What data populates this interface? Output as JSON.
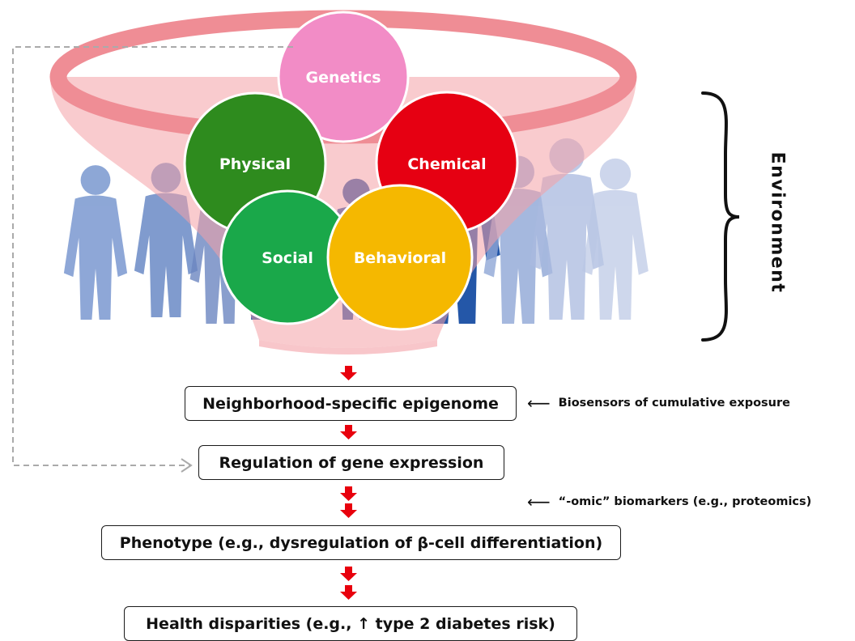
{
  "environment_label": "Environment",
  "factors": [
    {
      "id": "genetics",
      "label": "Genetics",
      "color": "#f28cc6"
    },
    {
      "id": "physical",
      "label": "Physical",
      "color": "#2e8b1e"
    },
    {
      "id": "chemical",
      "label": "Chemical",
      "color": "#e60012"
    },
    {
      "id": "social",
      "label": "Social",
      "color": "#1aa84a"
    },
    {
      "id": "behavioral",
      "label": "Behavioral",
      "color": "#f5b800"
    }
  ],
  "flow": {
    "epigenome": "Neighborhood-specific epigenome",
    "regulation": "Regulation of gene expression",
    "phenotype": "Phenotype (e.g., dysregulation of β-cell differentiation)",
    "health": "Health disparities (e.g., ↑ type 2 diabetes risk)"
  },
  "annotations": {
    "biosensors": "Biosensors of cumulative  exposure",
    "omic": "“-omic” biomarkers (e.g., proteomics)"
  },
  "colors": {
    "funnel": "#f4a0a6",
    "funnel_rim": "#ef8d95",
    "flow_arrow": "#e8000d",
    "dashed_arrow": "#aaaaaa",
    "people_dark": "#2457a8",
    "people_mid": "#6f8fca",
    "people_light": "#b9c6e4"
  }
}
